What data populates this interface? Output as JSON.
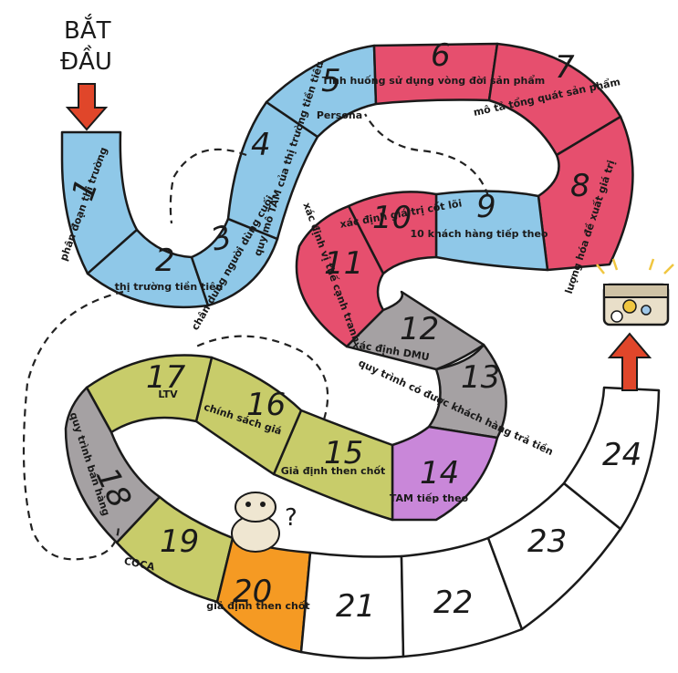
{
  "start": {
    "line1": "BẮT",
    "line2": "ĐẦU"
  },
  "colors": {
    "blue": "#8fc8e8",
    "red": "#e64f6e",
    "grey": "#a5a1a3",
    "lime": "#c8cc6a",
    "purple": "#c987d9",
    "orange": "#f59a23",
    "white": "#ffffff",
    "arrow": "#e0462a"
  },
  "squares": [
    {
      "number": "1",
      "label": "phân đoạn thị trường"
    },
    {
      "number": "2",
      "label": "thị trường tiền tiêu"
    },
    {
      "number": "3",
      "label": "chân dung người dùng cuối"
    },
    {
      "number": "4",
      "label": "quy mô TAM của thị trường tiền tiêu"
    },
    {
      "number": "5",
      "label": "Persona"
    },
    {
      "number": "6",
      "label": "Tình huống sử dụng vòng đời sản phẩm"
    },
    {
      "number": "7",
      "label": "mô tả tổng quát sản phẩm"
    },
    {
      "number": "8",
      "label": "lượng hóa đề xuất giá trị"
    },
    {
      "number": "9",
      "label": "10 khách hàng tiếp theo"
    },
    {
      "number": "10",
      "label": "xác định giá trị cốt lõi"
    },
    {
      "number": "11",
      "label": "xác định vị thế cạnh tranh"
    },
    {
      "number": "12",
      "label": "xác định DMU"
    },
    {
      "number": "13",
      "label": "quy trình có được khách hàng trả tiền"
    },
    {
      "number": "14",
      "label": "TAM tiếp theo"
    },
    {
      "number": "15",
      "label": "Giả định then chốt"
    },
    {
      "number": "16",
      "label": "chính sách giá"
    },
    {
      "number": "17",
      "label": "LTV"
    },
    {
      "number": "18",
      "label": "quy trình bán hàng"
    },
    {
      "number": "19",
      "label": "COCA"
    },
    {
      "number": "20",
      "label": "giả định then chốt"
    },
    {
      "number": "21",
      "label": ""
    },
    {
      "number": "22",
      "label": ""
    },
    {
      "number": "23",
      "label": ""
    },
    {
      "number": "24",
      "label": ""
    }
  ],
  "question_mark": "?"
}
